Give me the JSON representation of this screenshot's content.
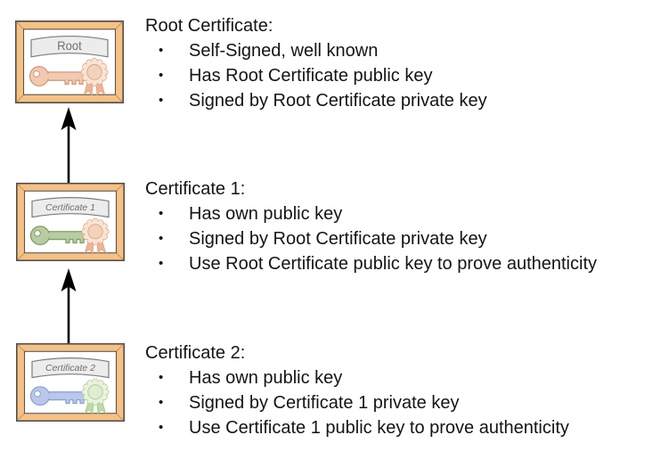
{
  "theme": {
    "background": "#ffffff",
    "text": "#141414",
    "arrow": "#000000",
    "frame_fill": "#f6c183",
    "frame_stroke": "#4f4f4f",
    "frame_miter": "#c78f52",
    "banner_fill": "#ececec",
    "banner_stroke": "#7d7d7d",
    "banner_text": "#6f6f6f"
  },
  "diagram": {
    "bullet_glyph": "•",
    "certificates": [
      {
        "banner_label": "Root",
        "heading": "Root Certificate:",
        "bullets": [
          "Self-Signed, well known",
          "Has Root Certificate public key",
          "Signed by Root Certificate private key"
        ],
        "colors": {
          "key_fill": "#f3c9b1",
          "key_stroke": "#d29a7d",
          "seal_fill": "#f9e4d4",
          "seal_inner": "#f3d2bb",
          "seal_stroke": "#dba486",
          "seal_ribbon": "#eeb493"
        }
      },
      {
        "banner_label": "Certificate 1",
        "heading": "Certificate 1:",
        "bullets": [
          "Has own public key",
          "Signed by Root Certificate private key",
          "Use Root Certificate public key to prove authenticity"
        ],
        "colors": {
          "key_fill": "#b8cba2",
          "key_stroke": "#7fa065",
          "seal_fill": "#f9e4d4",
          "seal_inner": "#f3d2bb",
          "seal_stroke": "#dba486",
          "seal_ribbon": "#eeb493"
        }
      },
      {
        "banner_label": "Certificate 2",
        "heading": "Certificate 2:",
        "bullets": [
          "Has own public key",
          "Signed by Certificate 1 private key",
          "Use Certificate 1 public key to prove authenticity"
        ],
        "colors": {
          "key_fill": "#bac7ea",
          "key_stroke": "#8ba2d4",
          "seal_fill": "#e9f2de",
          "seal_inner": "#dfedd2",
          "seal_stroke": "#a9cb8c",
          "seal_ribbon": "#bcdba3"
        }
      }
    ]
  }
}
